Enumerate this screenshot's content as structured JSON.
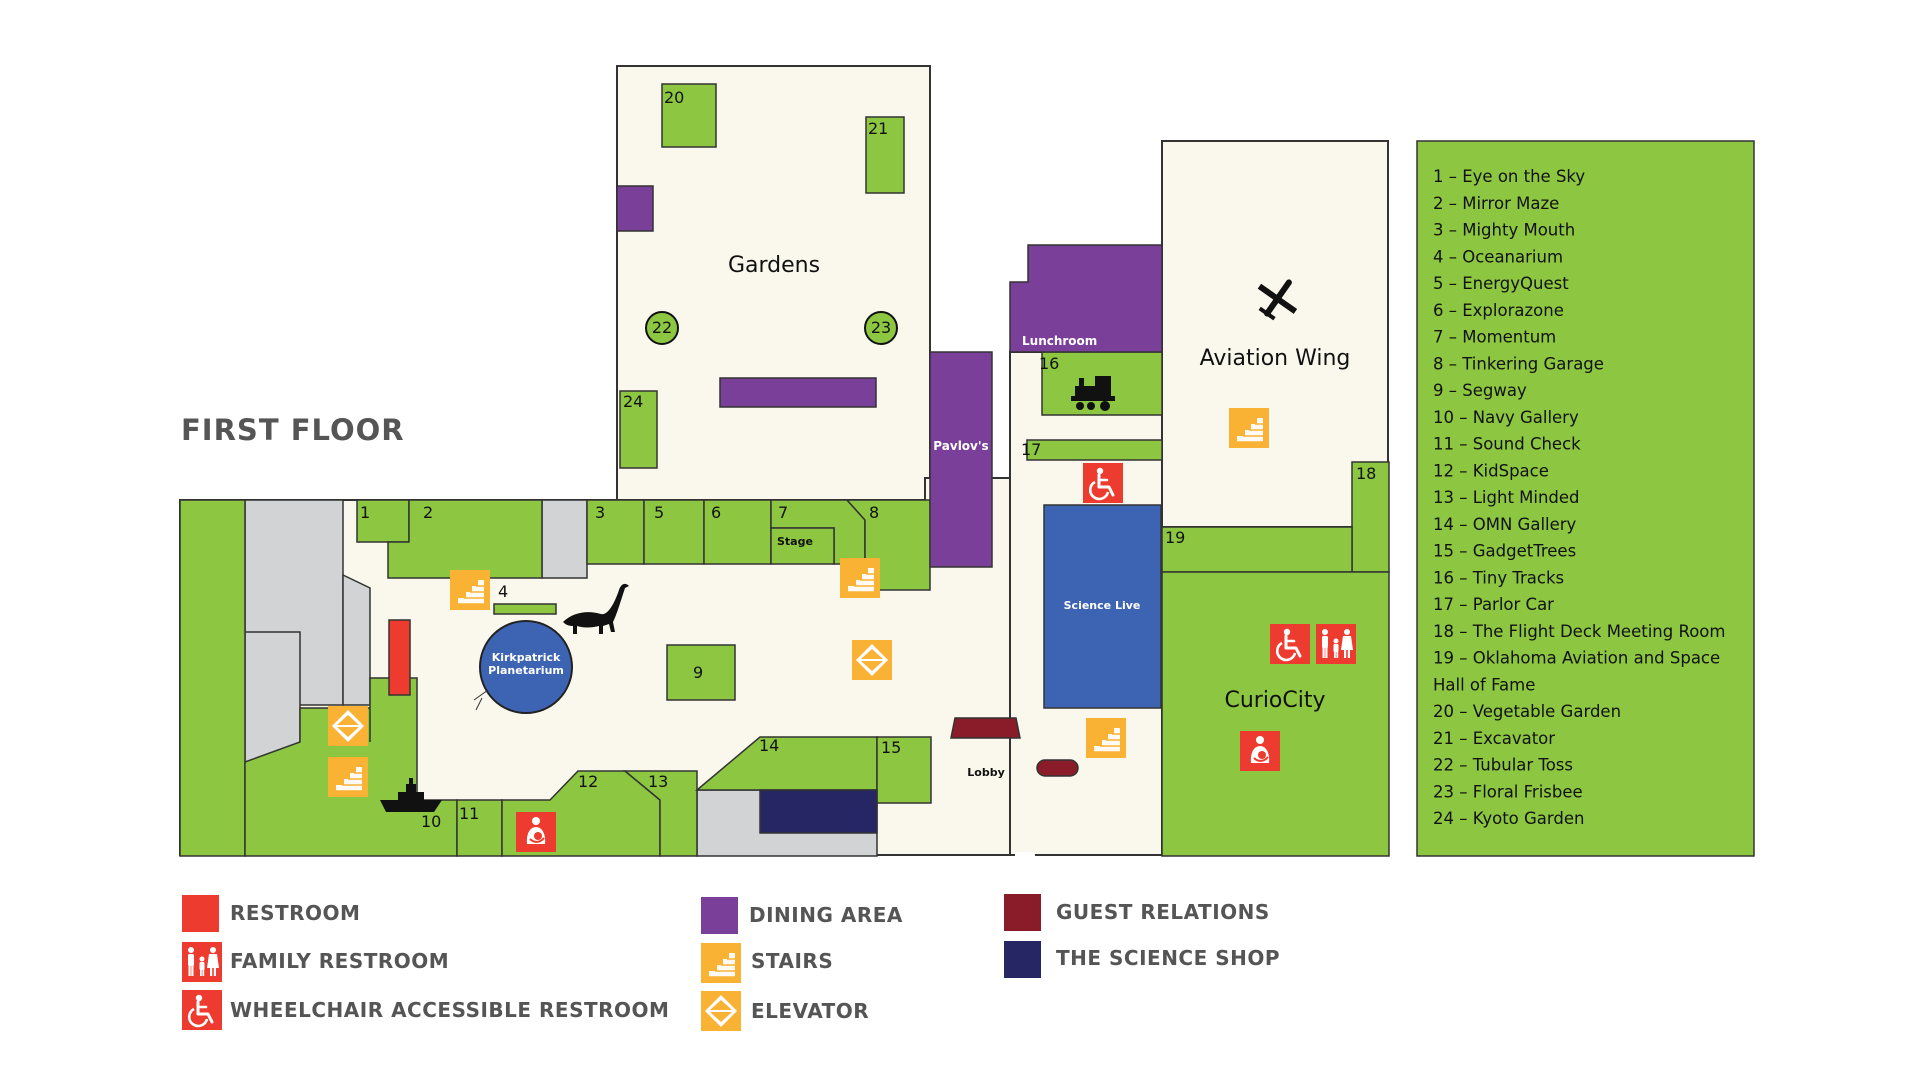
{
  "title": "FIRST FLOOR",
  "colors": {
    "exhibit": "#8dc641",
    "floor": "#faf8ec",
    "gray": "#d2d3d4",
    "dining": "#7a3f98",
    "science_live": "#3d63b3",
    "restroom": "#ee3b2f",
    "stairs": "#f9b234",
    "guest_relations": "#8a1c2a",
    "science_shop": "#272664",
    "stroke": "#333333"
  },
  "areas": {
    "gardens": "Gardens",
    "aviation_wing": "Aviation Wing",
    "curiocity": "CurioCity",
    "lunchroom": "Lunchroom",
    "pavlovs": "Pavlov's",
    "science_live": "Science Live",
    "planetarium_line1": "Kirkpatrick",
    "planetarium_line2": "Planetarium",
    "stage": "Stage",
    "lobby": "Lobby"
  },
  "exhibit_numbers": {
    "n1": "1",
    "n2": "2",
    "n3": "3",
    "n4": "4",
    "n5": "5",
    "n6": "6",
    "n7": "7",
    "n8": "8",
    "n9": "9",
    "n10": "10",
    "n11": "11",
    "n12": "12",
    "n13": "13",
    "n14": "14",
    "n15": "15",
    "n16": "16",
    "n17": "17",
    "n18": "18",
    "n19": "19",
    "n20": "20",
    "n21": "21",
    "n22": "22",
    "n23": "23",
    "n24": "24"
  },
  "key_lines": [
    "1 – Eye on the Sky",
    "2 – Mirror Maze",
    "3 – Mighty Mouth",
    "4 – Oceanarium",
    "5 – EnergyQuest",
    "6 – Explorazone",
    "7 – Momentum",
    "8 – Tinkering Garage",
    "9 – Segway",
    "10 – Navy Gallery",
    "11 – Sound Check",
    "12 – KidSpace",
    "13 – Light Minded",
    "14 – OMN Gallery",
    "15 – GadgetTrees",
    "16 – Tiny Tracks",
    "17 – Parlor Car",
    "18 – The Flight Deck Meeting Room",
    "19 – Oklahoma Aviation and Space",
    "Hall of Fame",
    "20 – Vegetable Garden",
    "21 – Excavator",
    "22 – Tubular Toss",
    "23 – Floral Frisbee",
    "24 – Kyoto Garden"
  ],
  "legend": {
    "restroom": "RESTROOM",
    "family_restroom": "FAMILY RESTROOM",
    "wheelchair_restroom": "WHEELCHAIR ACCESSIBLE RESTROOM",
    "dining_area": "DINING AREA",
    "stairs": "STAIRS",
    "elevator": "ELEVATOR",
    "guest_relations": "GUEST RELATIONS",
    "science_shop": "THE SCIENCE SHOP"
  },
  "icons": {
    "wheelchair": "wheelchair-icon",
    "family": "family-restroom-icon",
    "nursing": "nursing-room-icon",
    "stairs": "stairs-icon",
    "elevator": "elevator-icon",
    "airplane": "airplane-icon",
    "train": "train-icon",
    "ship": "ship-icon",
    "dinosaur": "dinosaur-icon"
  }
}
